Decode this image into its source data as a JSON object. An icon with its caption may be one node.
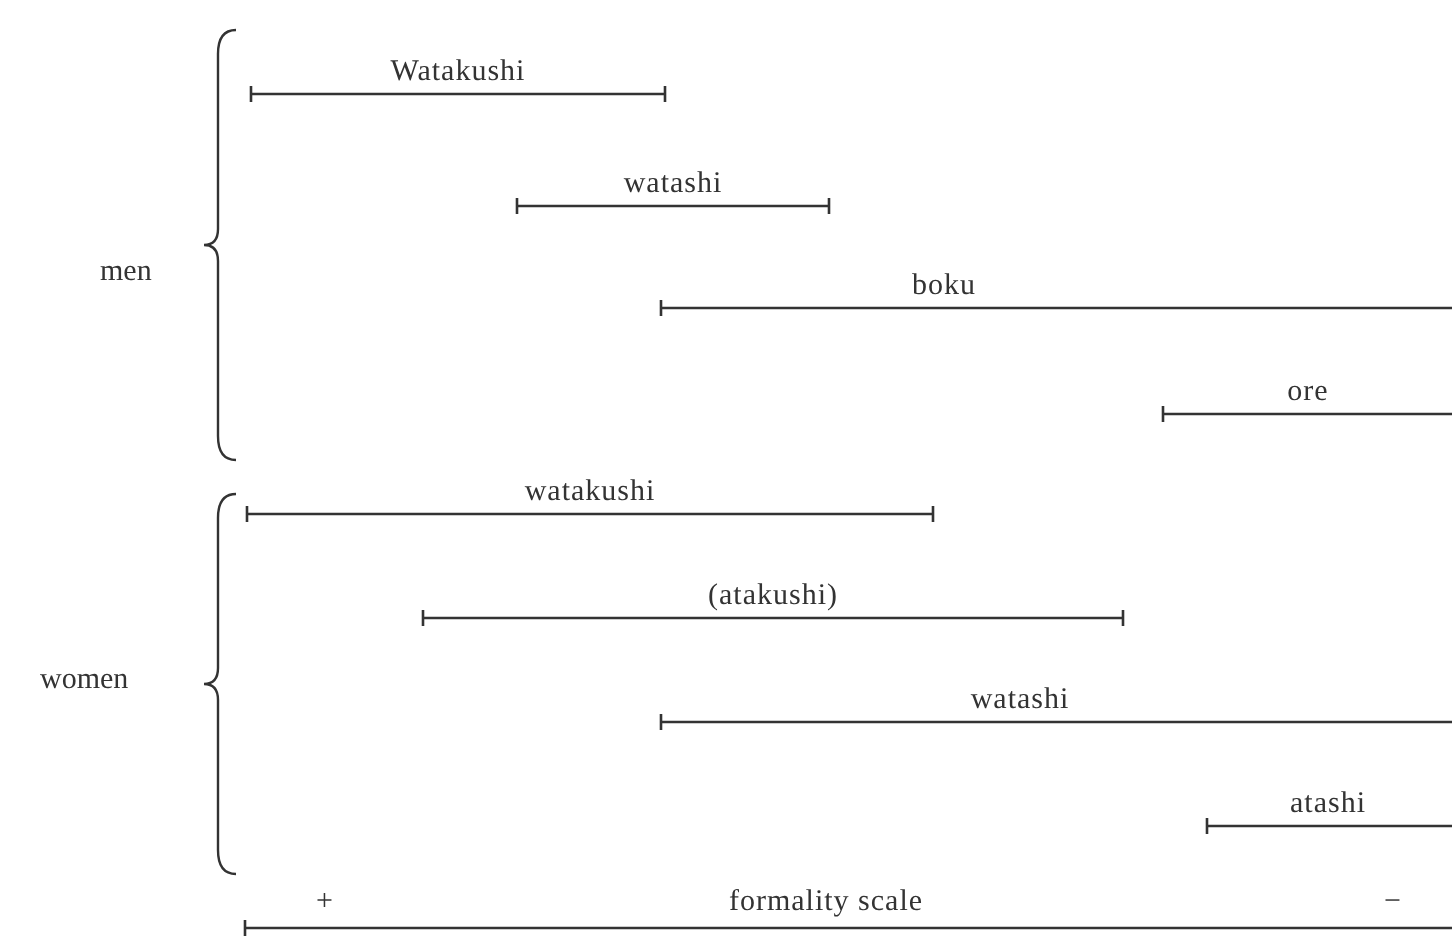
{
  "diagram": {
    "nodes": [
      {
        "text": [
          "Watakushi"
        ]
      },
      {
        "text": [
          "watashi"
        ]
      },
      {
        "text": [
          "boku"
        ]
      },
      {
        "text": [
          "ore"
        ]
      },
      {
        "text": [
          "watakushi"
        ]
      },
      {
        "text": [
          "(atakushi)"
        ]
      },
      {
        "text": [
          "watashi"
        ]
      },
      {
        "text": [
          "atashi"
        ]
      },
      {
        "text": [
          "formality scale"
        ]
      }
    ],
    "labels": [
      "men",
      "women",
      "+",
      "−"
    ]
  }
}
